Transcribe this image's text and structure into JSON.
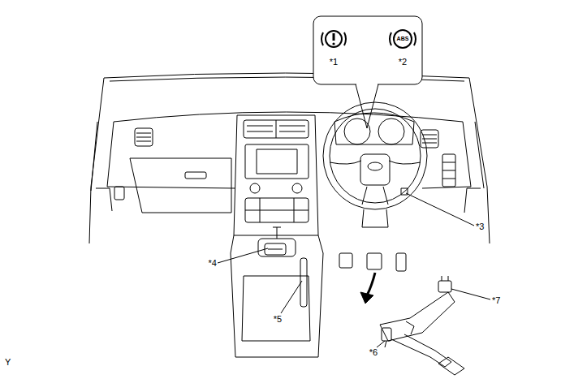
{
  "diagram": {
    "labels": [
      "*1",
      "*2",
      "ABS",
      "*3",
      "*4",
      "*5",
      "*6",
      "*7",
      "Y"
    ]
  }
}
